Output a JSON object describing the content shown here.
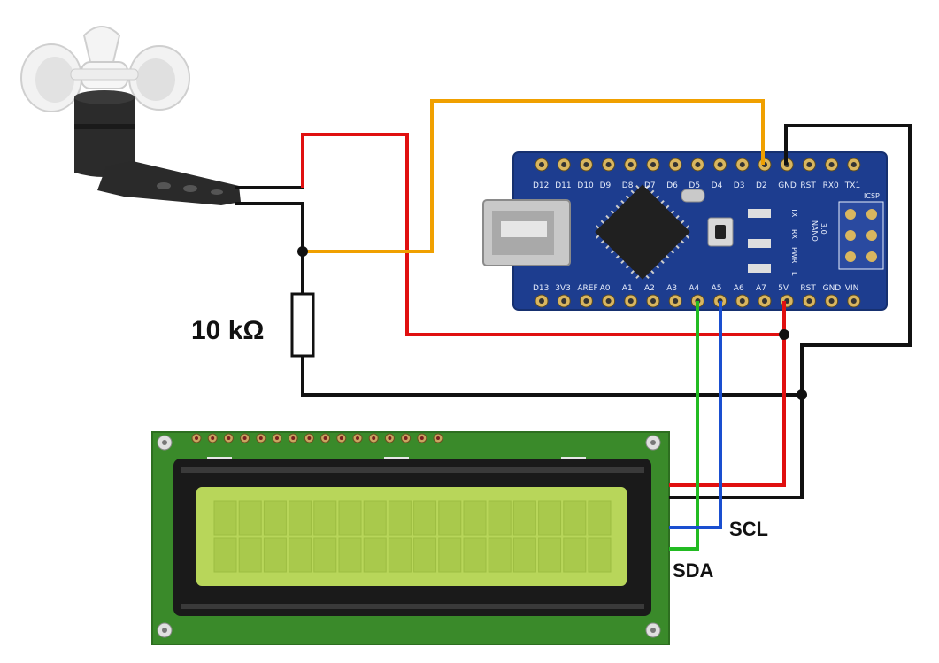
{
  "colors": {
    "wire_red": "#e01010",
    "wire_black": "#111111",
    "wire_orange": "#f0a000",
    "wire_green": "#22bb22",
    "wire_blue": "#1a4fd0",
    "board_blue": "#1d3d8f",
    "lcd_green": "#3a8a2a",
    "lcd_screen": "#b8d65a"
  },
  "resistor": {
    "label": "10 kΩ"
  },
  "signals": {
    "sda": "SDA",
    "scl": "SCL"
  },
  "arduino": {
    "name": "NANO",
    "version": "3.0",
    "top_pins": [
      "D12",
      "D11",
      "D10",
      "D9",
      "D8",
      "D7",
      "D6",
      "D5",
      "D4",
      "D3",
      "D2",
      "GND",
      "RST",
      "RX0",
      "TX1"
    ],
    "bottom_pins": [
      "D13",
      "3V3",
      "AREF",
      "A0",
      "A1",
      "A2",
      "A3",
      "A4",
      "A5",
      "A6",
      "A7",
      "5V",
      "RST",
      "GND",
      "VIN"
    ],
    "leds": [
      "TX",
      "RX",
      "PWR",
      "L"
    ],
    "icsp": "ICSP"
  },
  "icons": [
    "anemometer-icon",
    "usb-connector-icon",
    "microcontroller-chip-icon"
  ]
}
